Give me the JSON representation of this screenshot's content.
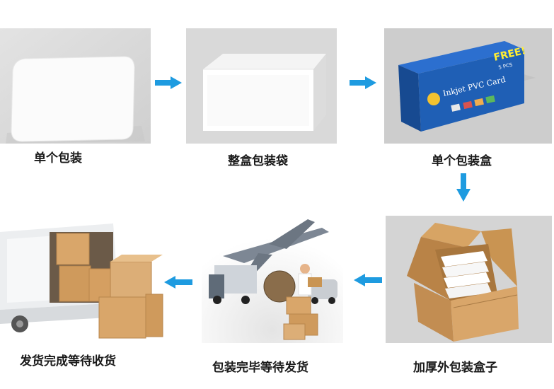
{
  "steps": [
    {
      "label": "单个包装"
    },
    {
      "label": "整盒包装袋"
    },
    {
      "label": "单个包装盒"
    },
    {
      "label": "加厚外包装盒子"
    },
    {
      "label": "包装完毕等待发货"
    },
    {
      "label": "发货完成等待收货"
    }
  ],
  "product_box": {
    "brand_text": "FREE!",
    "sub_text": "5 PCS",
    "product_text": "Inkjet PVC Card"
  },
  "colors": {
    "arrow": "#1e9be0",
    "panel_bg": "#dcdcdc",
    "box_blue": "#1f5fb5",
    "cardboard": "#d9a66a"
  }
}
